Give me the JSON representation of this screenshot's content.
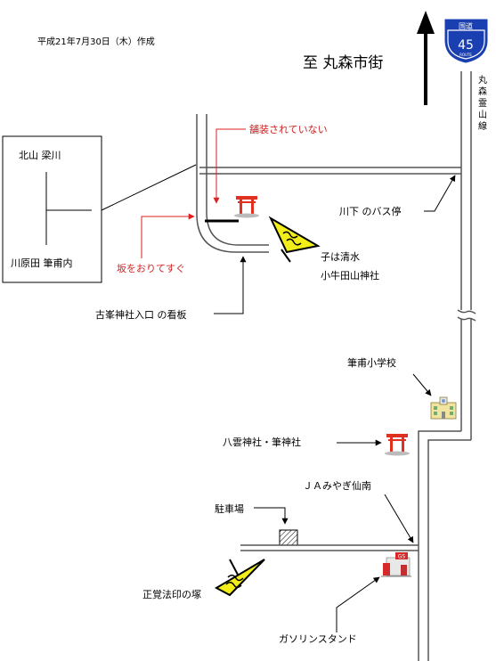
{
  "header": {
    "created_date": "平成21年7月30日（木）作成",
    "destination": "至 丸森市街"
  },
  "route_sign": {
    "top_text": "国道",
    "number": "45",
    "bottom_text": "ROUTE",
    "color": "#1a3fb0"
  },
  "vertical_road_label": [
    "丸",
    "森",
    "霊",
    "山",
    "線"
  ],
  "inset": {
    "north": "北山 梁川",
    "south": "川原田 筆甫内"
  },
  "labels": {
    "unpaved": "舗装されていない",
    "slope": "坂をおりてすぐ",
    "bus_stop": "川下 のバス停",
    "shrine_line1": "子は清水",
    "shrine_line2": "小牛田山神社",
    "signboard": "古峯神社入口 の看板",
    "school": "筆甫小学校",
    "yakumo": "八雲神社・筆神社",
    "ja": "ＪＡみやぎ仙南",
    "parking": "駐車場",
    "monument": "正覚法印の塚",
    "gas": "ガソリンスタンド",
    "gs_badge": "GS"
  },
  "colors": {
    "torii": "#e03020",
    "marker_fill": "#f2ee1a",
    "red_arrow": "#dd2222",
    "road": "#555555"
  }
}
